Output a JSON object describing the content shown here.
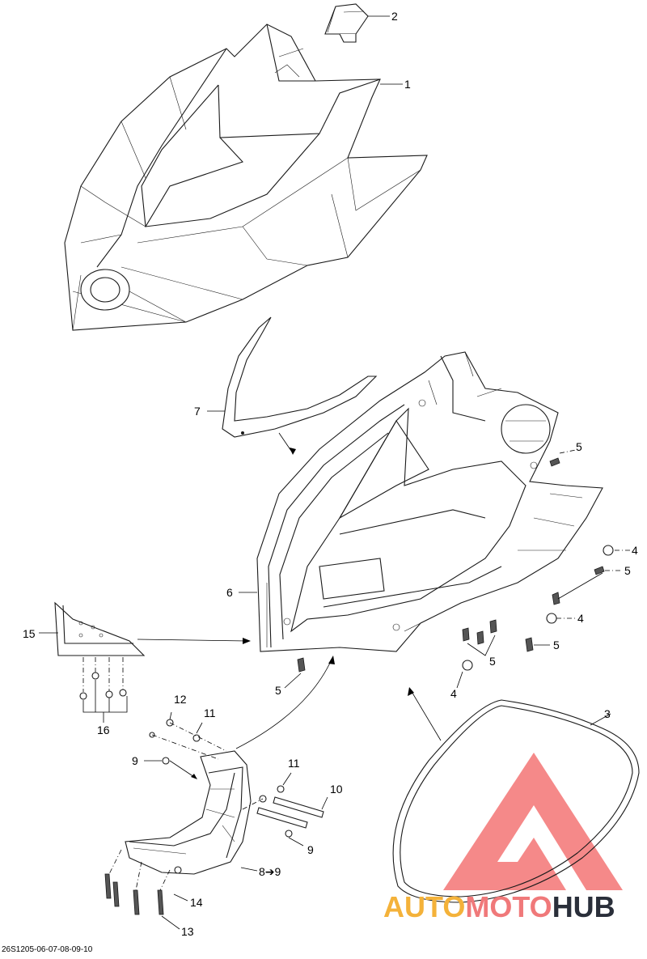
{
  "callouts": {
    "c1": "1",
    "c2": "2",
    "c3": "3",
    "c4a": "4",
    "c4b": "4",
    "c4c": "4",
    "c5a": "5",
    "c5b": "5",
    "c5c": "5",
    "c5d": "5",
    "c5e": "5",
    "c6": "6",
    "c7": "7",
    "c8": "8➔9",
    "c9a": "9",
    "c9b": "9",
    "c10": "10",
    "c11a": "11",
    "c11b": "11",
    "c12": "12",
    "c13": "13",
    "c14": "14",
    "c15": "15",
    "c16": "16"
  },
  "figure_code": "26S1205-06-07-08-09-10",
  "watermark": {
    "auto": "AUTO",
    "moto": "MOTO",
    "hub": "HUB",
    "colors": {
      "auto": "#f4b23a",
      "moto": "#f0797a",
      "hub": "#2a2f3a",
      "logo": "#f26b6b"
    }
  }
}
